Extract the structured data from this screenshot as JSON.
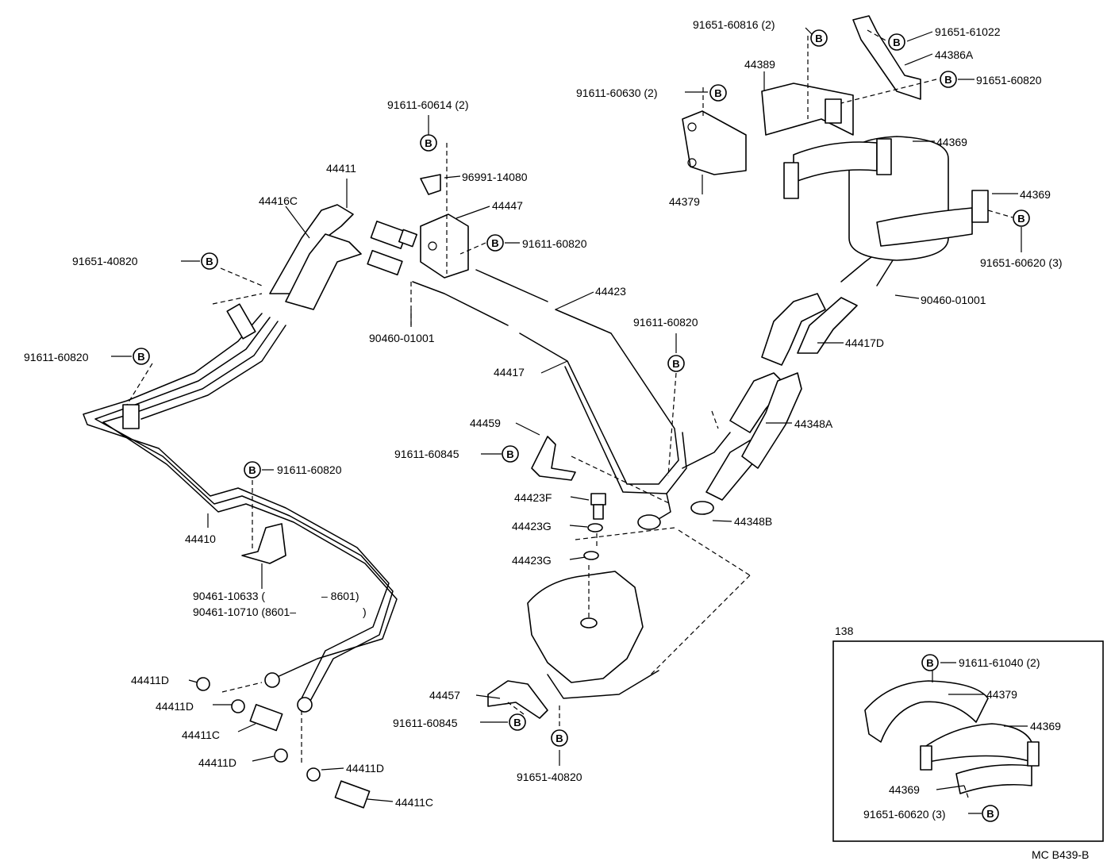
{
  "labels": {
    "p91651_60816": "91651-60816 (2)",
    "p91651_61022": "91651-61022",
    "p44386A": "44386A",
    "p44389": "44389",
    "p91651_60820_top": "91651-60820",
    "p91611_60630": "91611-60630 (2)",
    "p91611_60614": "91611-60614 (2)",
    "p44369_a": "44369",
    "p44369_b": "44369",
    "p44379": "44379",
    "p91651_60620": "91651-60620 (3)",
    "p44411": "44411",
    "p96991_14080": "96991-14080",
    "p44416C": "44416C",
    "p44447": "44447",
    "p91611_60820_a": "91611-60820",
    "p91651_40820_a": "91651-40820",
    "p90460_01001_a": "90460-01001",
    "p44423": "44423",
    "p90460_01001_b": "90460-01001",
    "p91611_60820_b": "91611-60820",
    "p44417D": "44417D",
    "p91611_60820_c": "91611-60820",
    "p44417": "44417",
    "p44348A": "44348A",
    "p44459": "44459",
    "p91611_60845_a": "91611-60845",
    "p91611_60820_d": "91611-60820",
    "p44423F": "44423F",
    "p44348B": "44348B",
    "p44423G_a": "44423G",
    "p44410": "44410",
    "p44423G_b": "44423G",
    "p90461_10633": "90461-10633 (",
    "p8601_end": "– 8601)",
    "p90461_10710": "90461-10710 (8601–",
    "p8601_close": ")",
    "p44411D_a": "44411D",
    "p44411D_b": "44411D",
    "p44411C_a": "44411C",
    "p44411D_c": "44411D",
    "p44411D_d": "44411D",
    "p44411C_b": "44411C",
    "p44457": "44457",
    "p91611_60845_b": "91611-60845",
    "p91651_40820_b": "91651-40820",
    "inset_title": "138",
    "inset_91611_61040": "91611-61040 (2)",
    "inset_44379": "44379",
    "inset_44369_a": "44369",
    "inset_44369_b": "44369",
    "inset_91651_60620": "91651-60620 (3)",
    "footer_code": "MC B439-B"
  },
  "b_marker": "B",
  "icons": {
    "bolt_marker": "circled-b-icon"
  }
}
